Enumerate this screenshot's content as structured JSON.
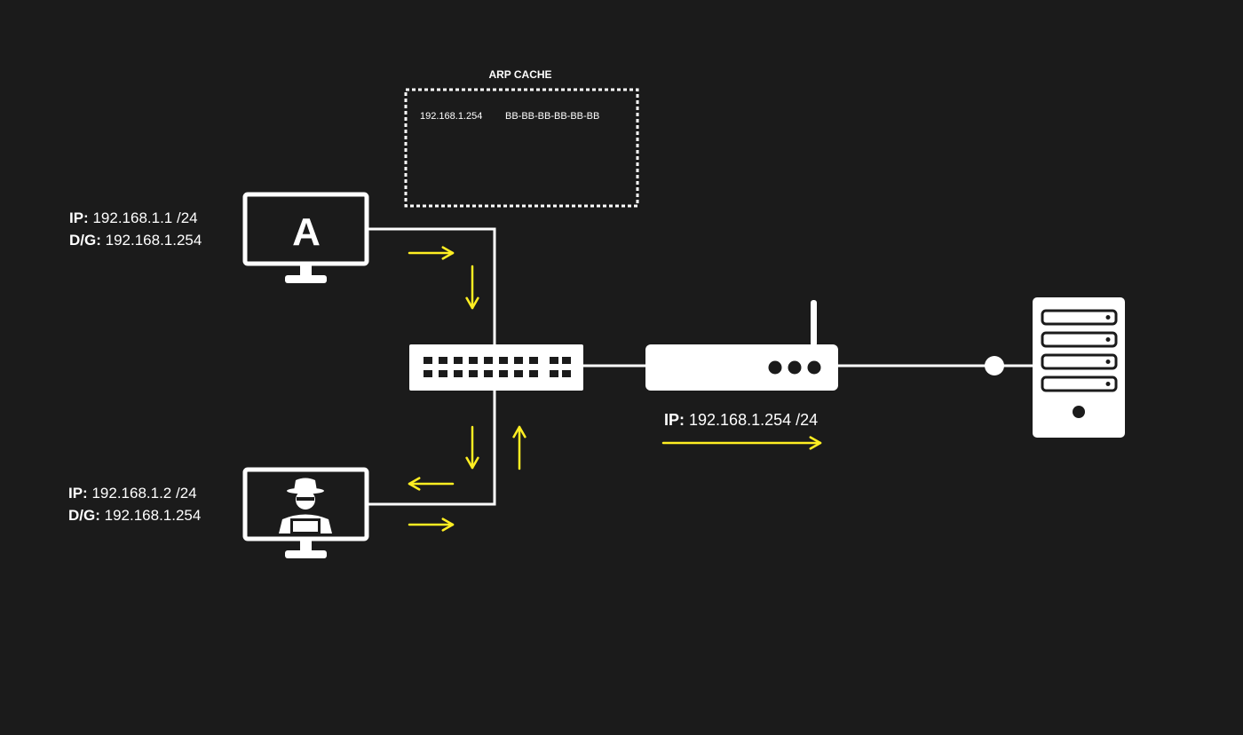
{
  "colors": {
    "background": "#1b1b1b",
    "line": "#ffffff",
    "arrow": "#ffee22",
    "device_fill": "#ffffff",
    "device_detail": "#1b1b1b"
  },
  "arp_cache": {
    "title": "ARP CACHE",
    "entries": [
      {
        "ip": "192.168.1.254",
        "mac": "BB-BB-BB-BB-BB-BB"
      }
    ]
  },
  "host_a": {
    "label": "A",
    "icon": "monitor-icon",
    "ip_label": "IP:",
    "ip_value": " 192.168.1.1 /24",
    "gw_label": "D/G:",
    "gw_value": " 192.168.1.254"
  },
  "attacker": {
    "icon": "hacker-icon",
    "ip_label": "IP:",
    "ip_value": " 192.168.1.2 /24",
    "gw_label": "D/G:",
    "gw_value": " 192.168.1.254"
  },
  "switch": {
    "icon": "switch-icon"
  },
  "router": {
    "icon": "router-icon",
    "ip_label": "IP:",
    "ip_value": " 192.168.1.254 /24"
  },
  "server": {
    "icon": "server-icon"
  },
  "arrows": [
    {
      "direction": "right",
      "location": "host-a-link"
    },
    {
      "direction": "down",
      "location": "switch-uplink-a"
    },
    {
      "direction": "down",
      "location": "switch-downlink"
    },
    {
      "direction": "up",
      "location": "switch-uplink-attacker"
    },
    {
      "direction": "left",
      "location": "attacker-link-in"
    },
    {
      "direction": "right",
      "location": "attacker-link-out"
    },
    {
      "direction": "right",
      "location": "router-link"
    }
  ]
}
